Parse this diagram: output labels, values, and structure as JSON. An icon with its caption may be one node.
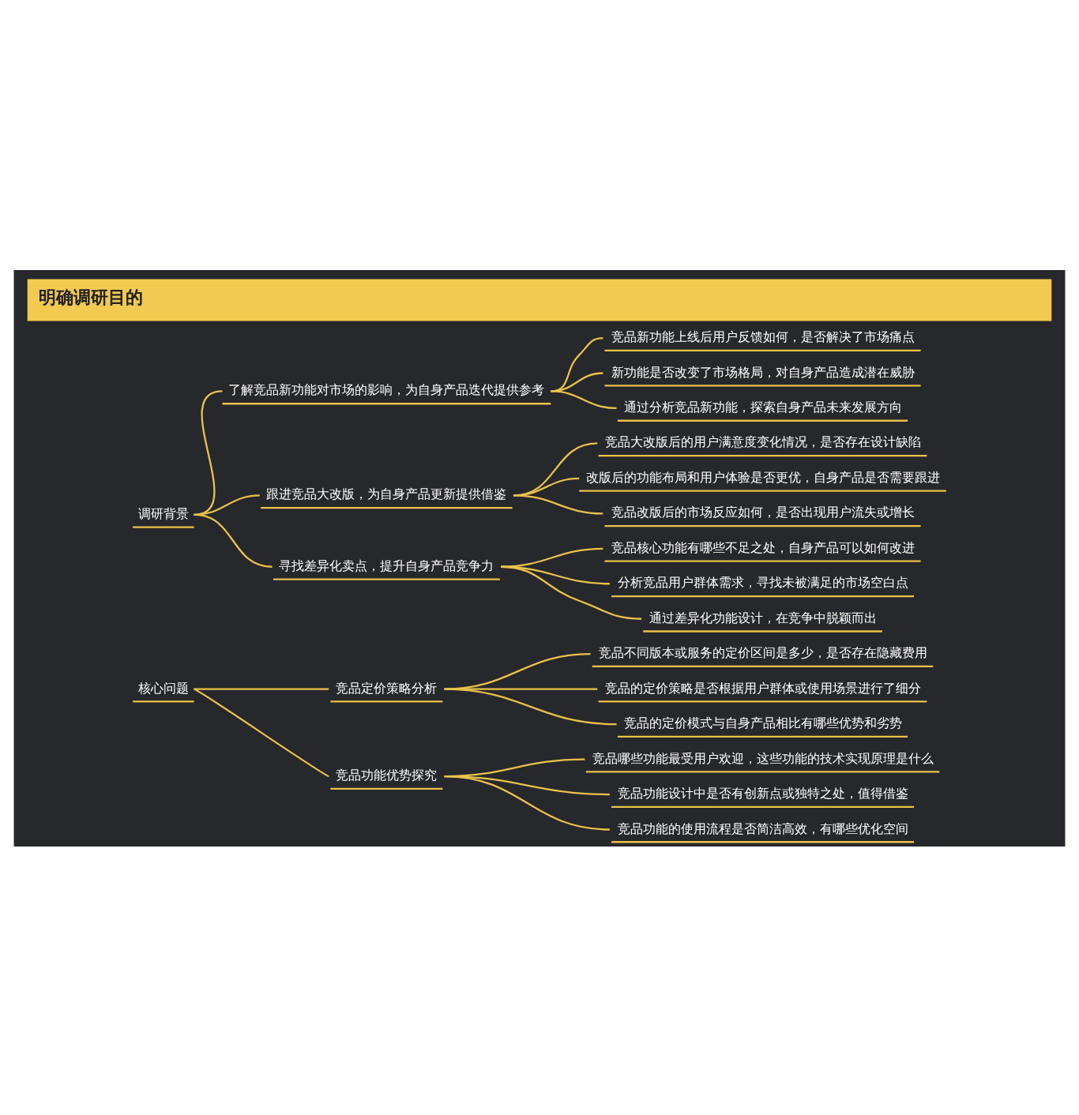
{
  "diagram": {
    "title": "明确调研目的",
    "nodes": [
      {
        "text": [
          "调研背景"
        ]
      },
      {
        "text": [
          "了解竞品新功能对市场的影响，为自身产品迭代提供参考"
        ]
      },
      {
        "text": [
          "竞品新功能上线后用户反馈如何，是否解决了市场痛点"
        ]
      },
      {
        "text": [
          "新功能是否改变了市场格局，对自身产品造成潜在威胁"
        ]
      },
      {
        "text": [
          "通过分析竞品新功能，探索自身产品未来发展方向"
        ]
      },
      {
        "text": [
          "跟进竞品大改版，为自身产品更新提供借鉴"
        ]
      },
      {
        "text": [
          "竞品大改版后的用户满意度变化情况，是否存在设计缺陷"
        ]
      },
      {
        "text": [
          "改版后的功能布局和用户体验是否更优，自身产品是否需要跟进"
        ]
      },
      {
        "text": [
          "竞品改版后的市场反应如何，是否出现用户流失或增长"
        ]
      },
      {
        "text": [
          "寻找差异化卖点，提升自身产品竞争力"
        ]
      },
      {
        "text": [
          "竞品核心功能有哪些不足之处，自身产品可以如何改进"
        ]
      },
      {
        "text": [
          "分析竞品用户群体需求，寻找未被满足的市场空白点"
        ]
      },
      {
        "text": [
          "通过差异化功能设计，在竞争中脱颖而出"
        ]
      },
      {
        "text": [
          "核心问题"
        ]
      },
      {
        "text": [
          "竞品定价策略分析"
        ]
      },
      {
        "text": [
          "竞品不同版本或服务的定价区间是多少，是否存在隐藏费用"
        ]
      },
      {
        "text": [
          "竞品的定价策略是否根据用户群体或使用场景进行了细分"
        ]
      },
      {
        "text": [
          "竞品的定价模式与自身产品相比有哪些优势和劣势"
        ]
      },
      {
        "text": [
          "竞品功能优势探究"
        ]
      },
      {
        "text": [
          "竞品哪些功能最受用户欢迎，这些功能的技术实现原理是什么"
        ]
      },
      {
        "text": [
          "竞品功能设计中是否有创新点或独特之处，值得借鉴"
        ]
      },
      {
        "text": [
          "竞品功能的使用流程是否简洁高效，有哪些优化空间"
        ]
      }
    ],
    "edges": [
      {
        "from": 0,
        "to": 1,
        "arrow": "none"
      },
      {
        "from": 1,
        "to": 2,
        "arrow": "none"
      },
      {
        "from": 1,
        "to": 3,
        "arrow": "none"
      },
      {
        "from": 1,
        "to": 4,
        "arrow": "none"
      },
      {
        "from": 0,
        "to": 5,
        "arrow": "none"
      },
      {
        "from": 5,
        "to": 6,
        "arrow": "none"
      },
      {
        "from": 5,
        "to": 7,
        "arrow": "none"
      },
      {
        "from": 5,
        "to": 8,
        "arrow": "none"
      },
      {
        "from": 0,
        "to": 9,
        "arrow": "none"
      },
      {
        "from": 9,
        "to": 10,
        "arrow": "none"
      },
      {
        "from": 9,
        "to": 11,
        "arrow": "none"
      },
      {
        "from": 9,
        "to": 12,
        "arrow": "none"
      },
      {
        "from": 13,
        "to": 14,
        "arrow": "none"
      },
      {
        "from": 14,
        "to": 15,
        "arrow": "none"
      },
      {
        "from": 14,
        "to": 16,
        "arrow": "none"
      },
      {
        "from": 14,
        "to": 17,
        "arrow": "none"
      },
      {
        "from": 13,
        "to": 18,
        "arrow": "none"
      },
      {
        "from": 18,
        "to": 19,
        "arrow": "none"
      },
      {
        "from": 18,
        "to": 20,
        "arrow": "none"
      },
      {
        "from": 18,
        "to": 21,
        "arrow": "none"
      }
    ]
  }
}
